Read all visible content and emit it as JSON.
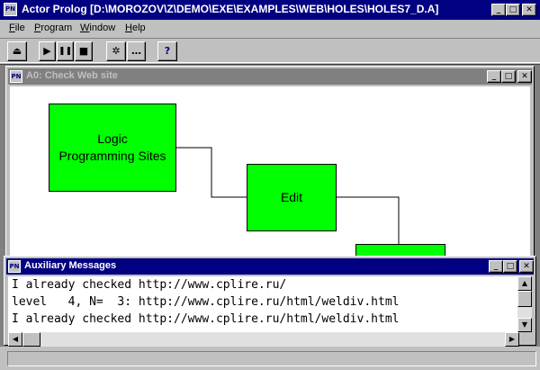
{
  "window": {
    "app_icon": "PN",
    "title": "Actor Prolog [D:\\MOROZOV\\Z\\DEMO\\EXE\\EXAMPLES\\WEB\\HOLES\\HOLES7_D.A]",
    "buttons": {
      "minimize": "_",
      "maximize": "□",
      "close": "✕"
    }
  },
  "menu": {
    "items": [
      {
        "accel": "F",
        "rest": "ile"
      },
      {
        "accel": "P",
        "rest": "rogram"
      },
      {
        "accel": "W",
        "rest": "indow"
      },
      {
        "accel": "H",
        "rest": "elp"
      }
    ]
  },
  "toolbar": {
    "eject": "⏏",
    "run": "▶",
    "pause": "❚❚",
    "stop": "■",
    "trace": "✲",
    "more": "…",
    "help": "?"
  },
  "colors": {
    "node_fill": "#00ff00",
    "active_caption": "#000080",
    "inactive_caption": "#808080"
  },
  "diagram_window": {
    "title": "A0: Check Web site",
    "nodes": [
      {
        "label_line1": "Logic",
        "label_line2": "Programming Sites"
      },
      {
        "label": "Edit"
      }
    ]
  },
  "messages_window": {
    "title": "Auxiliary Messages",
    "lines": [
      "I already checked http://www.cplire.ru/",
      "level   4, N=  3: http://www.cplire.ru/html/weldiv.html",
      "I already checked http://www.cplire.ru/html/weldiv.html"
    ]
  }
}
